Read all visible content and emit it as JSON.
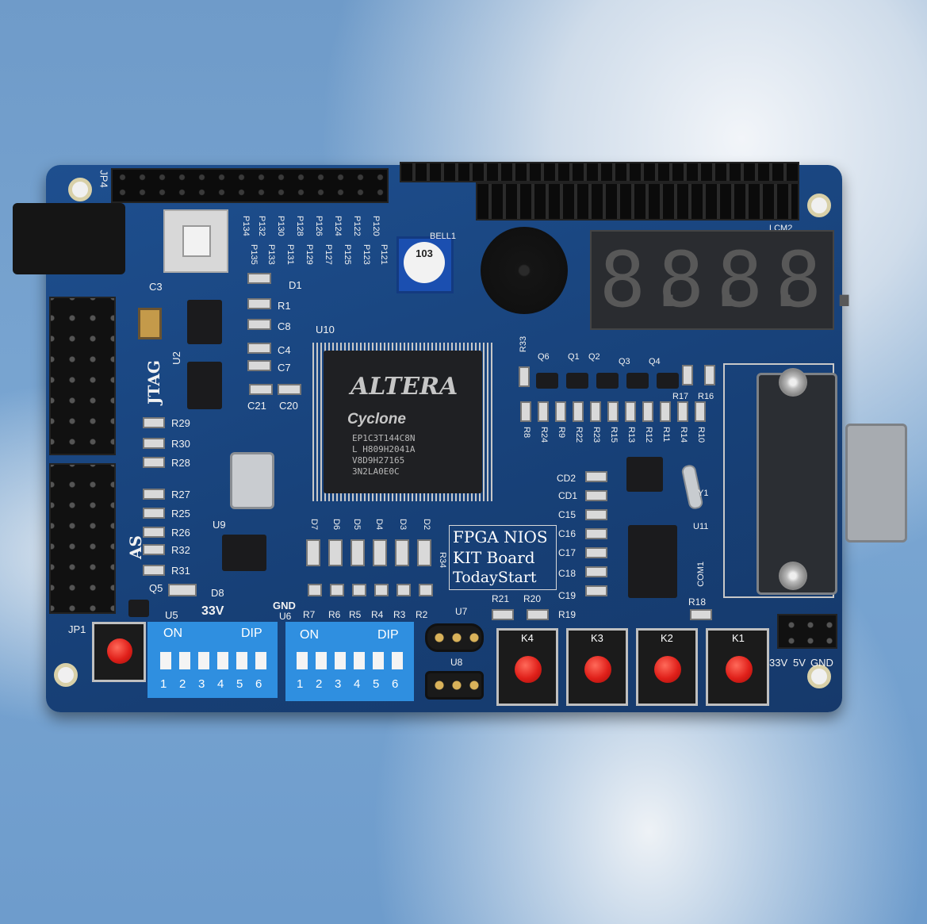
{
  "board": {
    "fpga_brand": "ALTERA",
    "fpga_family": "Cyclone",
    "fpga_part": "EP1C3T144C8N",
    "fpga_lines": [
      "L H809H2041A",
      "V8D9H27165",
      "3N2LA0E0C"
    ],
    "title_lines": [
      "FPGA NIOS",
      "KIT Board",
      "TodayStart"
    ],
    "display_digits": [
      "8.",
      "8.",
      "8.",
      "8."
    ],
    "pot_label": "103"
  },
  "labels": {
    "jp4": "JP4",
    "jp1": "JP1",
    "jtag": "JTAG",
    "as": "AS",
    "u2": "U2",
    "u5": "U5",
    "u6": "U6",
    "u7": "U7",
    "u8": "U8",
    "u9": "U9",
    "u10": "U10",
    "u11": "U11",
    "c3": "C3",
    "c4": "C4",
    "c7": "C7",
    "c8": "C8",
    "c20": "C20",
    "c21": "C21",
    "d1": "D1",
    "d8": "D8",
    "q5": "Q5",
    "r1": "R1",
    "r18": "R18",
    "r19": "R19",
    "r20": "R20",
    "r21": "R21",
    "r33": "R33",
    "r34": "R34",
    "r16": "R16",
    "r17": "R17",
    "left_res": [
      "R29",
      "R30",
      "R28",
      "R27",
      "R25",
      "R26",
      "R32",
      "R31"
    ],
    "bottom_res": [
      "R7",
      "R6",
      "R5",
      "R4",
      "R3",
      "R2"
    ],
    "mid_res": [
      "R8",
      "R24",
      "R9",
      "R22",
      "R23",
      "R15",
      "R13",
      "R12",
      "R11",
      "R14",
      "R10"
    ],
    "leds": [
      "D7",
      "D6",
      "D5",
      "D4",
      "D3",
      "D2"
    ],
    "transistors": [
      "Q6",
      "Q1",
      "Q2",
      "Q3",
      "Q4"
    ],
    "caps_right": [
      "CD2",
      "CD1",
      "C15",
      "C16",
      "C17",
      "C18",
      "C19"
    ],
    "pins_top": [
      "P120",
      "P122",
      "P124",
      "P126",
      "P128",
      "P130",
      "P132",
      "P134"
    ],
    "pins_bottom": [
      "P121",
      "P123",
      "P125",
      "P127",
      "P129",
      "P131",
      "P133",
      "P135"
    ],
    "bell": "BELL1",
    "lcm": "LCM2",
    "y1": "Y1",
    "com1": "COM1",
    "v33": "33V",
    "gnd": "GND",
    "on": "ON",
    "dip": "DIP",
    "dip_nums": [
      "1",
      "2",
      "3",
      "4",
      "5",
      "6"
    ],
    "keys": [
      "K4",
      "K3",
      "K2",
      "K1"
    ],
    "power": [
      "33V",
      "5V",
      "GND"
    ]
  },
  "colors": {
    "pcb": "#1b4682",
    "silkscreen": "#f2f2f2",
    "button_red": "#e0201a",
    "dip_blue": "#2f8fe0"
  }
}
